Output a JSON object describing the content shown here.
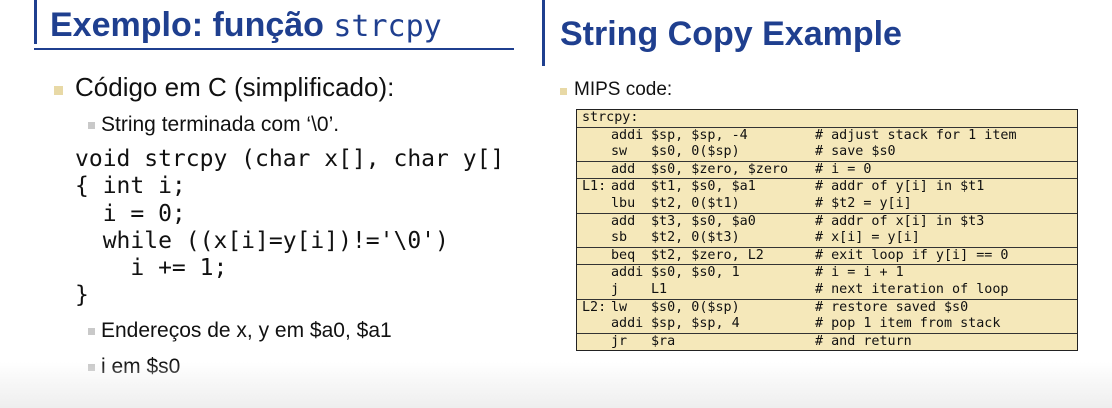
{
  "left_slide": {
    "title_text": "Exemplo: função ",
    "title_code": "strcpy",
    "bullet1": "Código em C (simplificado):",
    "sub_bullet1": "String terminada com ‘\\0’.",
    "code_lines": [
      "void strcpy (char x[], char y[]",
      "{ int i;",
      "  i = 0;",
      "  while ((x[i]=y[i])!='\\0')",
      "    i += 1;",
      "}"
    ],
    "sub_bullet2": "Endereços de x, y em $a0, $a1",
    "sub_bullet3": "i em $s0"
  },
  "right_slide": {
    "title": "String Copy Example",
    "bullet1": "MIPS code:",
    "rows": [
      {
        "label": "strcpy:",
        "op": "",
        "args": "",
        "comment": "",
        "sep": false
      },
      {
        "label": "",
        "op": "addi",
        "args": "$sp, $sp, -4",
        "comment": "# adjust stack for 1 item",
        "sep": true
      },
      {
        "label": "",
        "op": "sw",
        "args": "$s0, 0($sp)",
        "comment": "# save $s0",
        "sep": false
      },
      {
        "label": "",
        "op": "add",
        "args": "$s0, $zero, $zero",
        "comment": "# i = 0",
        "sep": true
      },
      {
        "label": "L1:",
        "op": "add",
        "args": "$t1, $s0, $a1",
        "comment": "# addr of y[i] in $t1",
        "sep": true
      },
      {
        "label": "",
        "op": "lbu",
        "args": "$t2, 0($t1)",
        "comment": "# $t2 = y[i]",
        "sep": false
      },
      {
        "label": "",
        "op": "add",
        "args": "$t3, $s0, $a0",
        "comment": "# addr of x[i] in $t3",
        "sep": true
      },
      {
        "label": "",
        "op": "sb",
        "args": "$t2, 0($t3)",
        "comment": "# x[i] = y[i]",
        "sep": false
      },
      {
        "label": "",
        "op": "beq",
        "args": "$t2, $zero, L2",
        "comment": "# exit loop if y[i] == 0",
        "sep": true
      },
      {
        "label": "",
        "op": "addi",
        "args": "$s0, $s0, 1",
        "comment": "# i = i + 1",
        "sep": true
      },
      {
        "label": "",
        "op": "j",
        "args": "L1",
        "comment": "# next iteration of loop",
        "sep": false
      },
      {
        "label": "L2:",
        "op": "lw",
        "args": "$s0, 0($sp)",
        "comment": "# restore saved $s0",
        "sep": true
      },
      {
        "label": "",
        "op": "addi",
        "args": "$sp, $sp, 4",
        "comment": "# pop 1 item from stack",
        "sep": false
      },
      {
        "label": "",
        "op": "jr",
        "args": "$ra",
        "comment": "# and return",
        "sep": true
      }
    ]
  },
  "colors": {
    "title_blue": "#1f3f8f",
    "table_bg": "#f5e8ba",
    "bullet_tan": "#e8d9a6"
  }
}
